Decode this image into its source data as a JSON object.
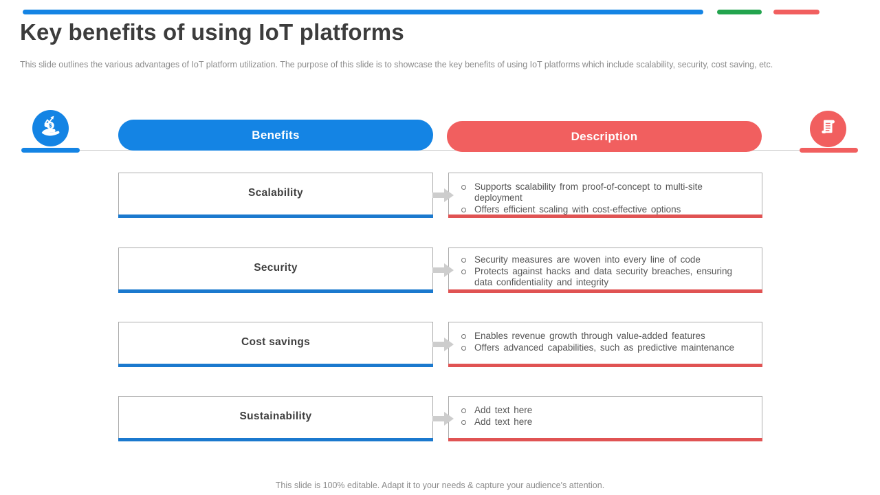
{
  "slide": {
    "title": "Key benefits of using IoT platforms",
    "subtitle": "This slide outlines the various advantages of IoT platform utilization. The purpose of this slide is to showcase the key benefits of using IoT platforms which include scalability, security, cost saving, etc.",
    "footer": "This slide is 100% editable. Adapt it to your needs & capture your audience's attention."
  },
  "colors": {
    "blue_accent": "#1484E4",
    "green_accent": "#23A44E",
    "red_accent": "#F15F5F"
  },
  "icons": {
    "benefits_badge": "hand-holding-money-icon",
    "description_badge": "scroll-document-icon",
    "row_connector": "right-arrow-icon"
  },
  "columns": {
    "benefits": "Benefits",
    "description": "Description"
  },
  "rows": [
    {
      "benefit": "Scalability",
      "points": [
        "Supports scalability from proof-of-concept to multi-site deployment",
        "Offers efficient scaling with cost-effective options"
      ]
    },
    {
      "benefit": "Security",
      "points": [
        "Security measures are woven into every line of code",
        "Protects against hacks and data security breaches, ensuring data confidentiality and integrity"
      ]
    },
    {
      "benefit": "Cost savings",
      "points": [
        "Enables revenue growth through value-added features",
        "Offers advanced capabilities, such as predictive maintenance"
      ]
    },
    {
      "benefit": "Sustainability",
      "points": [
        "Add text here",
        "Add text here"
      ]
    }
  ]
}
